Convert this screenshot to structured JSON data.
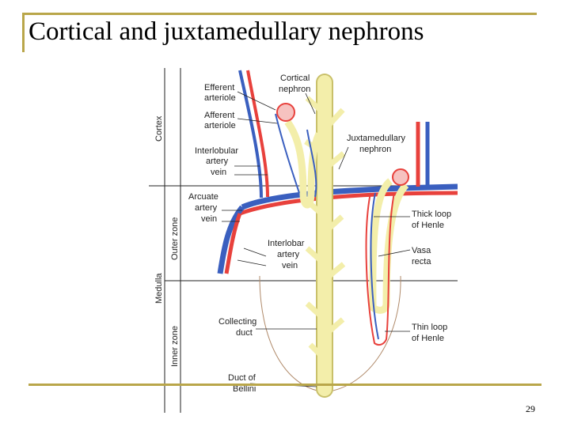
{
  "slide": {
    "title": "Cortical and juxtamedullary nephrons",
    "page_number": "29"
  },
  "diagram": {
    "zones": {
      "cortex": "Cortex",
      "medulla": "Medulla",
      "outer_zone": "Outer zone",
      "inner_zone": "Inner zone"
    },
    "labels": {
      "efferent_1": "Efferent",
      "efferent_2": "arteriole",
      "afferent_1": "Afferent",
      "afferent_2": "arteriole",
      "interlobular_1": "Interlobular",
      "interlobular_2": "artery",
      "interlobular_3": "vein",
      "arcuate_1": "Arcuate",
      "arcuate_2": "artery",
      "arcuate_3": "vein",
      "interlobar_1": "Interlobar",
      "interlobar_2": "artery",
      "interlobar_3": "vein",
      "collecting_1": "Collecting",
      "collecting_2": "duct",
      "bellini_1": "Duct of",
      "bellini_2": "Bellini",
      "cortical_1": "Cortical",
      "cortical_2": "nephron",
      "juxta_1": "Juxtamedullary",
      "juxta_2": "nephron",
      "thick_1": "Thick loop",
      "thick_2": "of Henle",
      "vasa_1": "Vasa",
      "vasa_2": "recta",
      "thin_1": "Thin loop",
      "thin_2": "of Henle"
    },
    "colors": {
      "artery": "#e8413c",
      "vein": "#3a5fbf",
      "tubule": "#f3eeaa",
      "tubule_outline": "#c9c06a",
      "accent_rule": "#b9a64a"
    }
  }
}
